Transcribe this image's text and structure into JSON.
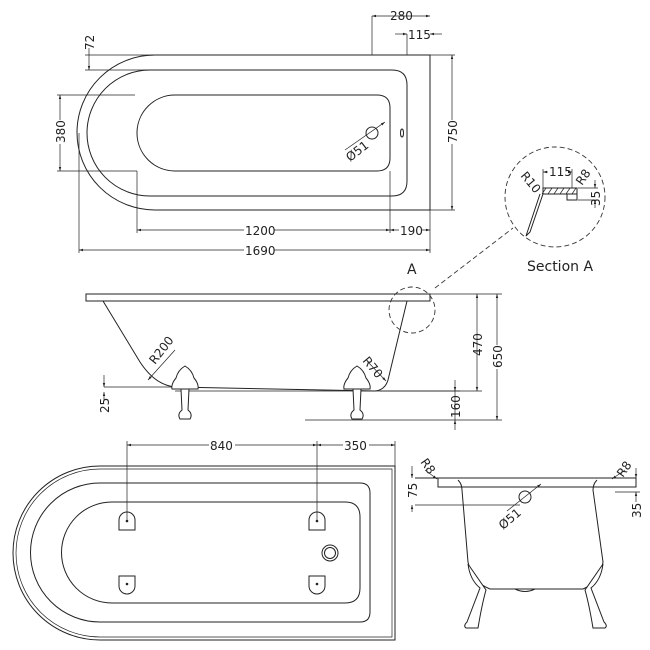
{
  "top_view": {
    "dims": {
      "d280": "280",
      "d115": "115",
      "d72": "72",
      "d380": "380",
      "d750": "750",
      "d1200": "1200",
      "d190": "190",
      "d1690": "1690",
      "drain": "Ø51"
    }
  },
  "side_view": {
    "detail_marker": "A",
    "dims": {
      "r200": "R200",
      "r70": "R70",
      "d470": "470",
      "d650": "650",
      "d160": "160",
      "d25": "25"
    }
  },
  "section_a": {
    "title": "Section A",
    "dims": {
      "r10": "R10",
      "r8": "R8",
      "d115": "115",
      "d35": "35"
    }
  },
  "bottom_view": {
    "dims": {
      "d840": "840",
      "d350": "350"
    }
  },
  "end_view": {
    "dims": {
      "r8_left": "R8",
      "r8_right": "R8",
      "d75": "75",
      "d35": "35",
      "drain": "Ø51"
    }
  },
  "colors": {
    "line": "#222222",
    "background": "#ffffff"
  }
}
